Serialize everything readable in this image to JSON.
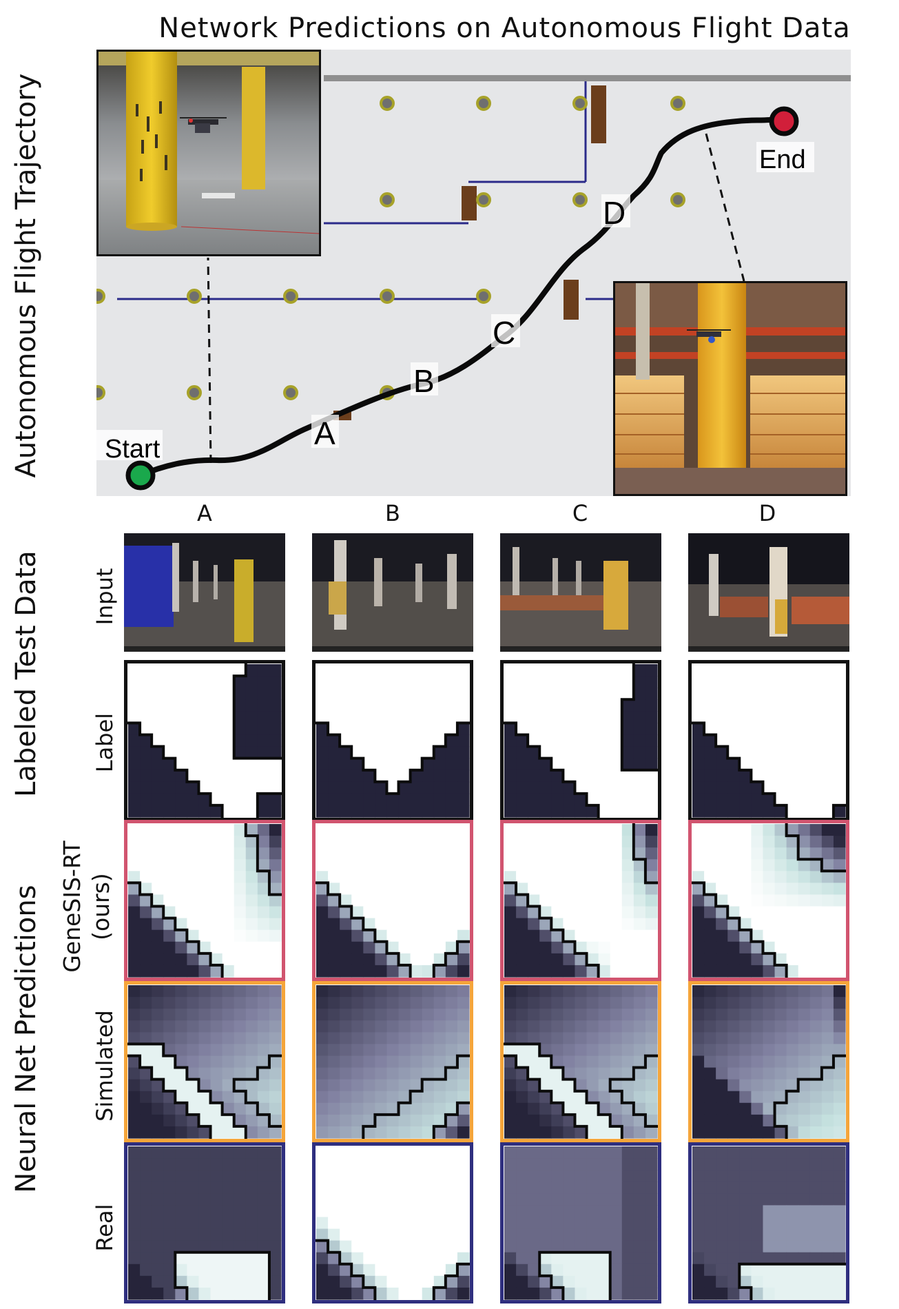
{
  "title": "Network Predictions on Autonomous Flight Data",
  "row_labels": {
    "trajectory": "Autonomous Flight Trajectory",
    "labeled": "Labeled Test Data",
    "predictions": "Neural Net Predictions"
  },
  "sub_labels": {
    "input": "Input",
    "label": "Label",
    "genesis": "GeneSIS-RT",
    "genesis_note": "(ours)",
    "simulated": "Simulated",
    "real": "Real"
  },
  "columns": [
    "A",
    "B",
    "C",
    "D"
  ],
  "trajectory_markers": {
    "start": "Start",
    "end": "End",
    "checkpoints": [
      "A",
      "B",
      "C",
      "D"
    ]
  },
  "colors": {
    "genesis_border": "#d1546f",
    "simulated_border": "#f5a53a",
    "real_border": "#2f2f7f",
    "start_marker": "#1aa84c",
    "end_marker": "#d11f3a",
    "floor": "#e5e6e8",
    "pillar": "#6f6f6f",
    "pillar_ring": "#a7a229",
    "wall": "#2b2b8a",
    "obstacle": "#6b3e1c"
  }
}
